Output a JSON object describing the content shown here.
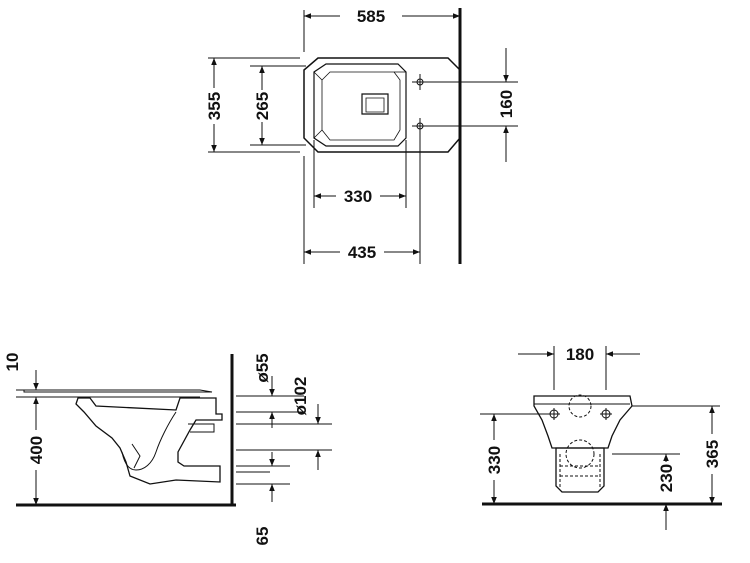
{
  "top_view": {
    "overall_length": "585",
    "width": "355",
    "inner_width": "265",
    "fixing_distance": "160",
    "bowl_length": "330",
    "projection": "435"
  },
  "side_view": {
    "rim_offset": "10",
    "height": "400",
    "outlet_dia_small": "ø55",
    "outlet_dia_large": "ø102",
    "outlet_offset": "65"
  },
  "front_view": {
    "width": "180",
    "mount_height": "330",
    "outlet_height": "230",
    "total_height": "365"
  },
  "colors": {
    "line": "#111111",
    "background": "#ffffff"
  }
}
